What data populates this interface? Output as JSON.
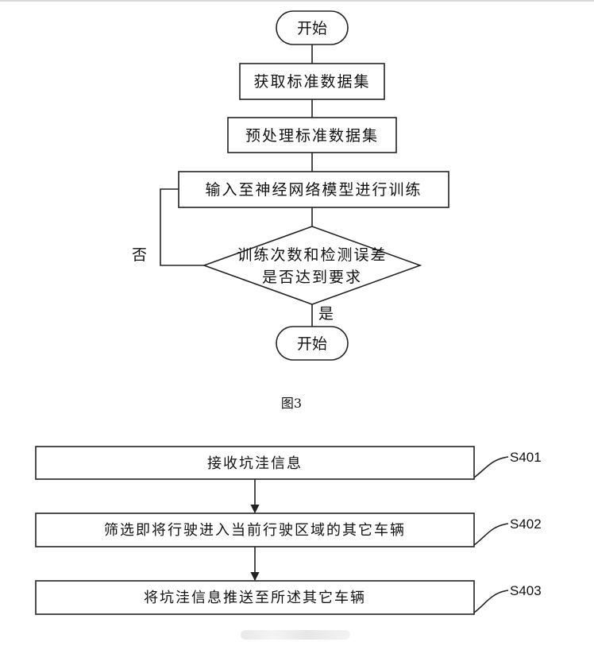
{
  "figure3": {
    "start_label": "开始",
    "step1": "获取标准数据集",
    "step2": "预处理标准数据集",
    "step3": "输入至神经网络模型进行训练",
    "decision_line1": "训练次数和检测误差",
    "decision_line2": "是否达到要求",
    "no_label": "否",
    "yes_label": "是",
    "end_label": "开始",
    "caption": "图3"
  },
  "figure4": {
    "steps": [
      {
        "text": "接收坑洼信息",
        "label": "S401"
      },
      {
        "text": "筛选即将行驶进入当前行驶区域的其它车辆",
        "label": "S402"
      },
      {
        "text": "将坑洼信息推送至所述其它车辆",
        "label": "S403"
      }
    ]
  }
}
